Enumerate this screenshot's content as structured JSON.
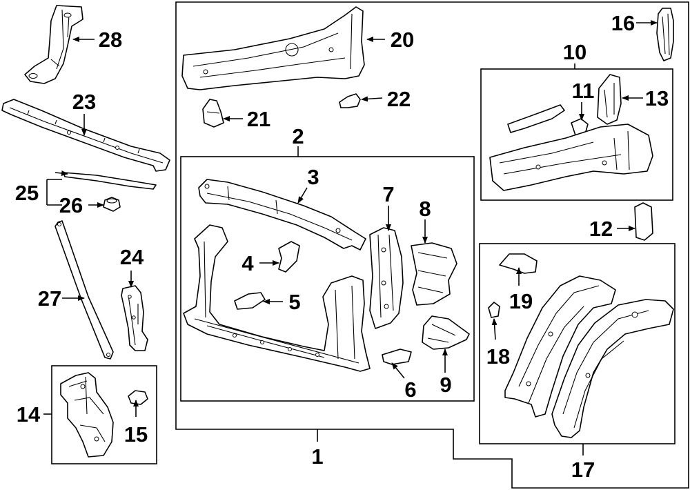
{
  "callouts": [
    {
      "id": "c1",
      "label": "1"
    },
    {
      "id": "c2",
      "label": "2"
    },
    {
      "id": "c3",
      "label": "3"
    },
    {
      "id": "c4",
      "label": "4"
    },
    {
      "id": "c5",
      "label": "5"
    },
    {
      "id": "c6",
      "label": "6"
    },
    {
      "id": "c7",
      "label": "7"
    },
    {
      "id": "c8",
      "label": "8"
    },
    {
      "id": "c9",
      "label": "9"
    },
    {
      "id": "c10",
      "label": "10"
    },
    {
      "id": "c11",
      "label": "11"
    },
    {
      "id": "c12",
      "label": "12"
    },
    {
      "id": "c13",
      "label": "13"
    },
    {
      "id": "c14",
      "label": "14"
    },
    {
      "id": "c15",
      "label": "15"
    },
    {
      "id": "c16",
      "label": "16"
    },
    {
      "id": "c17",
      "label": "17"
    },
    {
      "id": "c18",
      "label": "18"
    },
    {
      "id": "c19",
      "label": "19"
    },
    {
      "id": "c20",
      "label": "20"
    },
    {
      "id": "c21",
      "label": "21"
    },
    {
      "id": "c22",
      "label": "22"
    },
    {
      "id": "c23",
      "label": "23"
    },
    {
      "id": "c24",
      "label": "24"
    },
    {
      "id": "c25",
      "label": "25"
    },
    {
      "id": "c26",
      "label": "26"
    },
    {
      "id": "c27",
      "label": "27"
    },
    {
      "id": "c28",
      "label": "28"
    }
  ]
}
